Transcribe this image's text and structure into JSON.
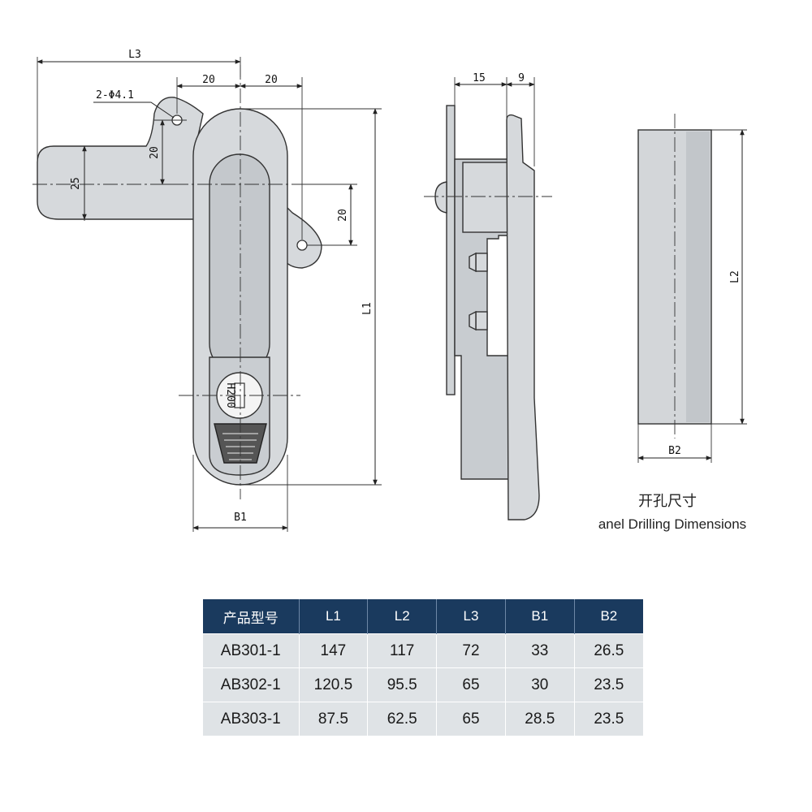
{
  "dimensions": {
    "l3": "L3",
    "w20a": "20",
    "w20b": "20",
    "hole": "2-Φ4.1",
    "h25": "25",
    "h20a": "20",
    "h20b": "20",
    "l1": "L1",
    "b1": "B1",
    "lock_mark": "H200",
    "w15": "15",
    "w9": "9",
    "l2": "L2",
    "b2": "B2"
  },
  "caption": {
    "cn": "开孔尺寸",
    "en": "anel Drilling Dimensions"
  },
  "table": {
    "headers": [
      "产品型号",
      "L1",
      "L2",
      "L3",
      "B1",
      "B2"
    ],
    "rows": [
      [
        "AB301-1",
        "147",
        "117",
        "72",
        "33",
        "26.5"
      ],
      [
        "AB302-1",
        "120.5",
        "95.5",
        "65",
        "30",
        "23.5"
      ],
      [
        "AB303-1",
        "87.5",
        "62.5",
        "65",
        "28.5",
        "23.5"
      ]
    ]
  },
  "colors": {
    "part_fill": "#d6d9dc",
    "part_fill_dark": "#b9bdc1",
    "outline": "#333333",
    "table_header": "#1a3a5e",
    "table_cell": "#dfe3e6"
  }
}
